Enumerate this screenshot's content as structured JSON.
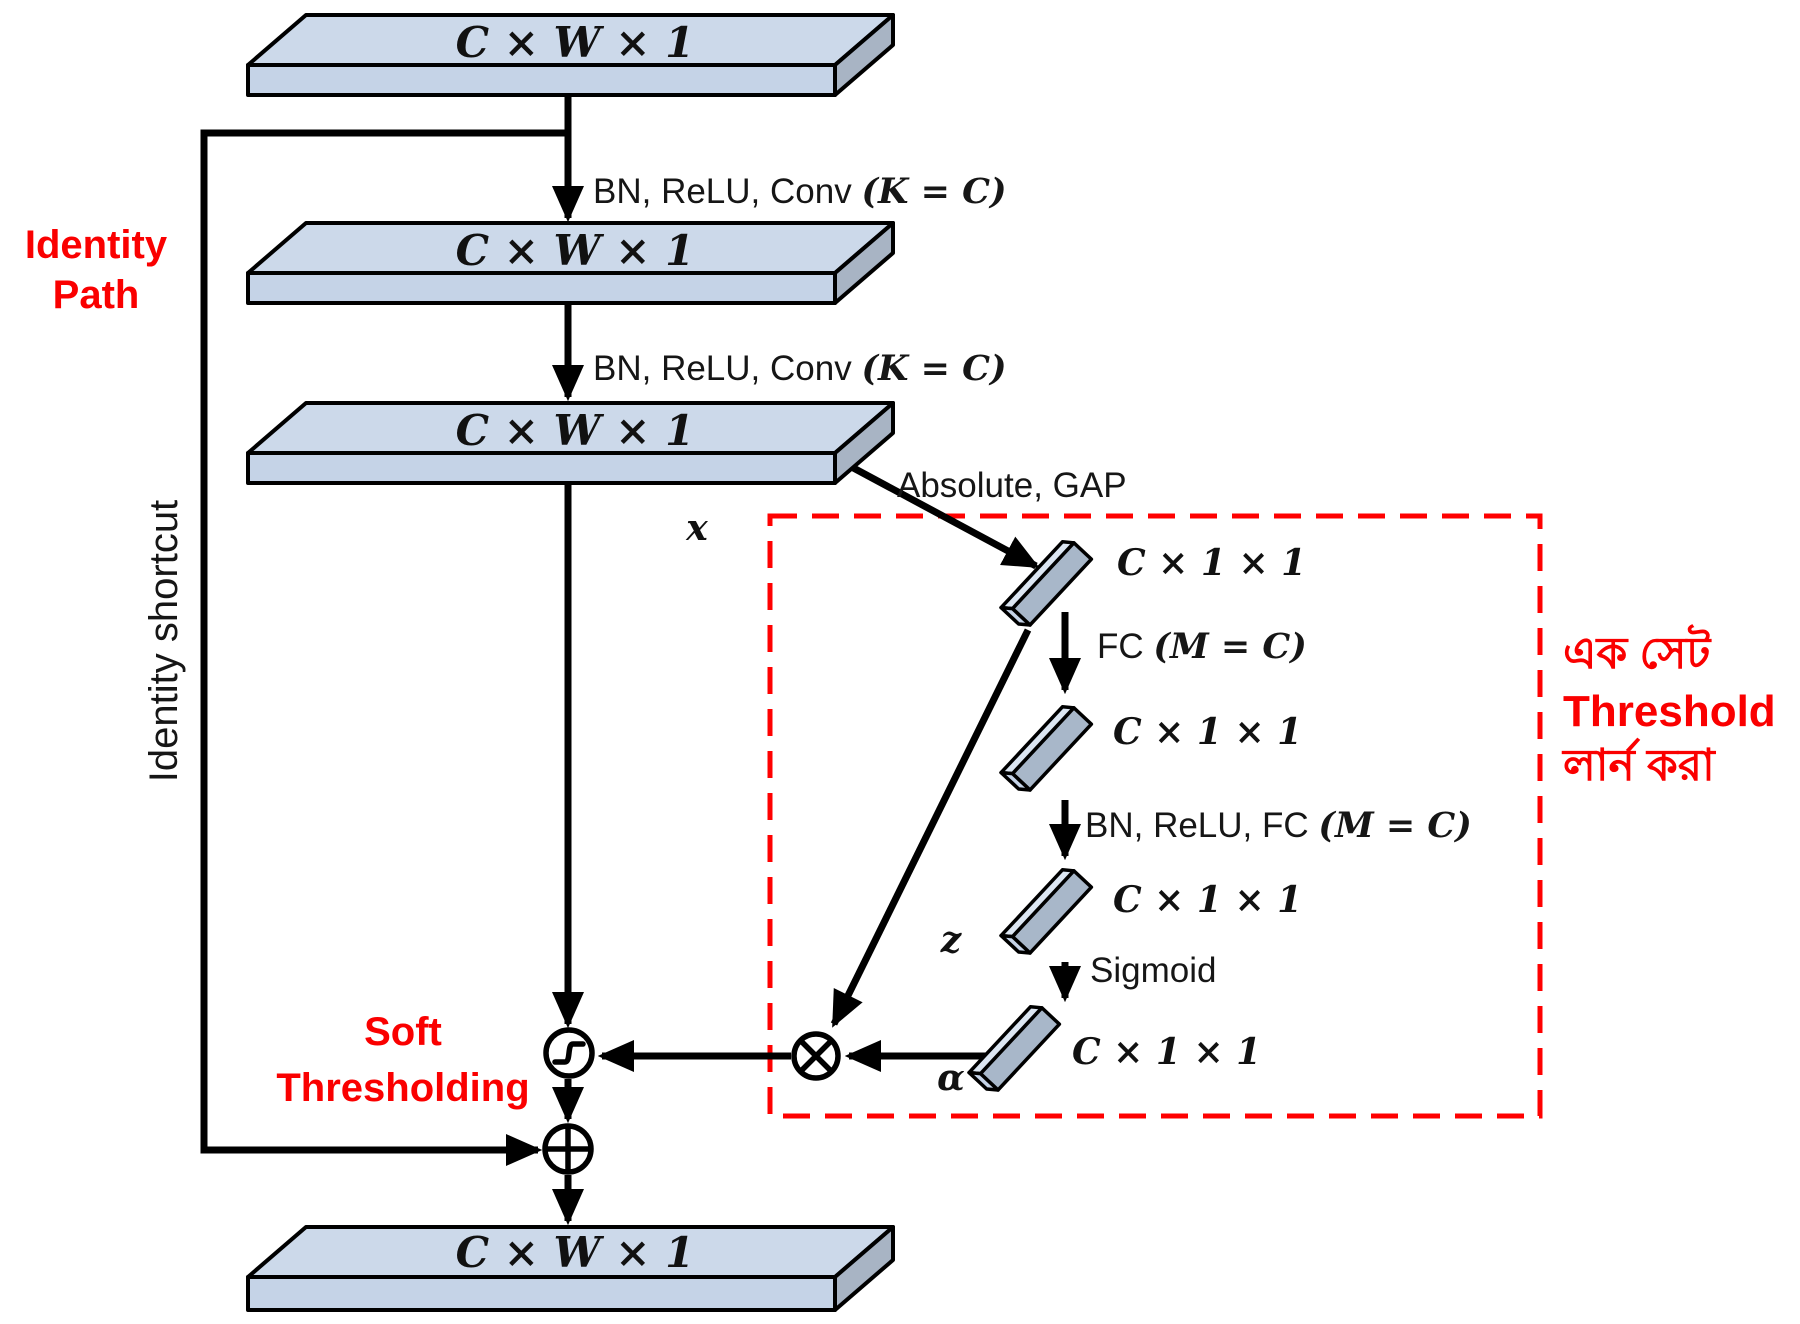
{
  "diagram": {
    "slabs": [
      "C × W × 1",
      "C × W × 1",
      "C × W × 1",
      "C × W × 1"
    ],
    "ops": {
      "conv1_prefix": "BN, ReLU, Conv ",
      "conv1_math": "(K = C)",
      "conv2_prefix": "BN, ReLU, Conv ",
      "conv2_math": "(K = C)",
      "gap": "Absolute, GAP",
      "fc1_prefix": "FC ",
      "fc1_math": "(M = C)",
      "fc2_prefix": "BN, ReLU, FC ",
      "fc2_math": "(M = C)",
      "sigmoid": "Sigmoid"
    },
    "tensors": [
      "C × 1 × 1",
      "C × 1 × 1",
      "C × 1 × 1",
      "C × 1 × 1"
    ],
    "vars": {
      "x": "x",
      "z": "z",
      "alpha": "α"
    },
    "annotations": {
      "identity_path_line1": "Identity",
      "identity_path_line2": "Path",
      "identity_shortcut": "Identity shortcut",
      "soft_line1": "Soft",
      "soft_line2": "Thresholding",
      "note_line1": "এক সেট",
      "note_line2": "Threshold",
      "note_line3": "লার্ন করা"
    },
    "colors": {
      "accent_red": "#fa0000",
      "dashed_box_red": "#ff0000",
      "slab_top": "#ccd9ea",
      "slab_front": "#c5d3e7",
      "slab_side": "#a8b4c4",
      "bar_face": "#a8b7c9",
      "bar_highlight": "#dce6f2",
      "outline": "#000000"
    }
  }
}
